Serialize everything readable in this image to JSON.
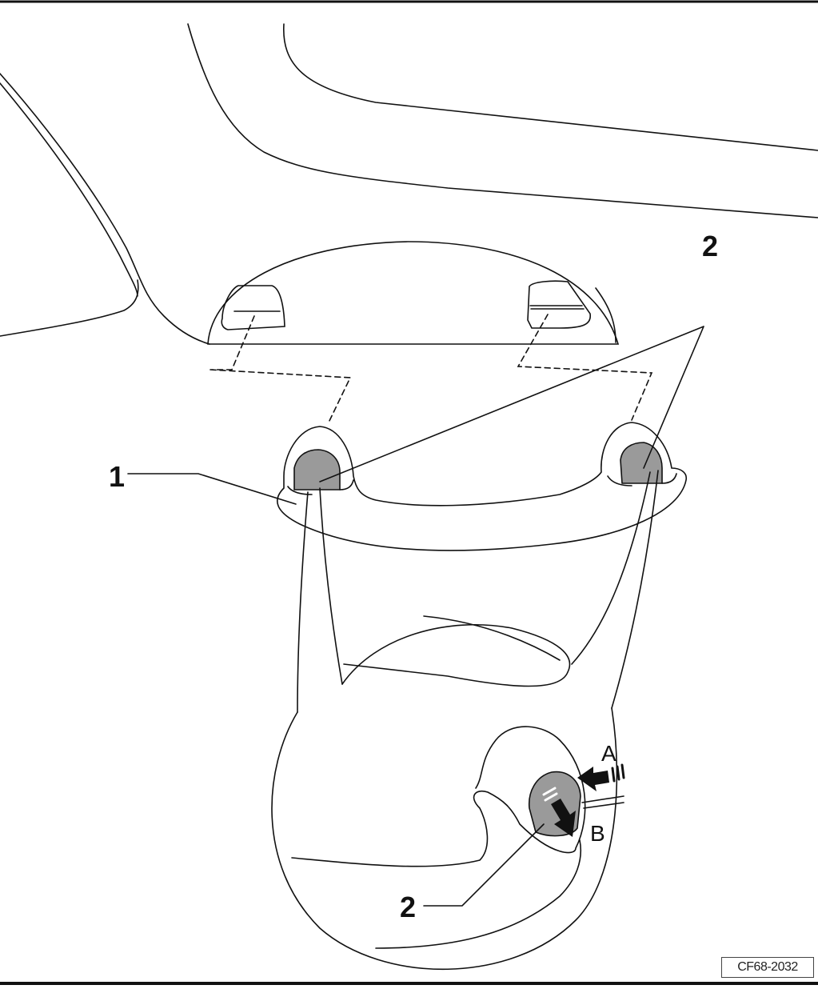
{
  "diagram": {
    "callouts": {
      "handle": "1",
      "clip_top": "2",
      "clip_detail": "2"
    },
    "arrows": {
      "press": "A",
      "pull": "B"
    },
    "figure_ref": "CF68-2032"
  },
  "colors": {
    "line": "#111111",
    "clip_fill": "#9a9a9a"
  }
}
